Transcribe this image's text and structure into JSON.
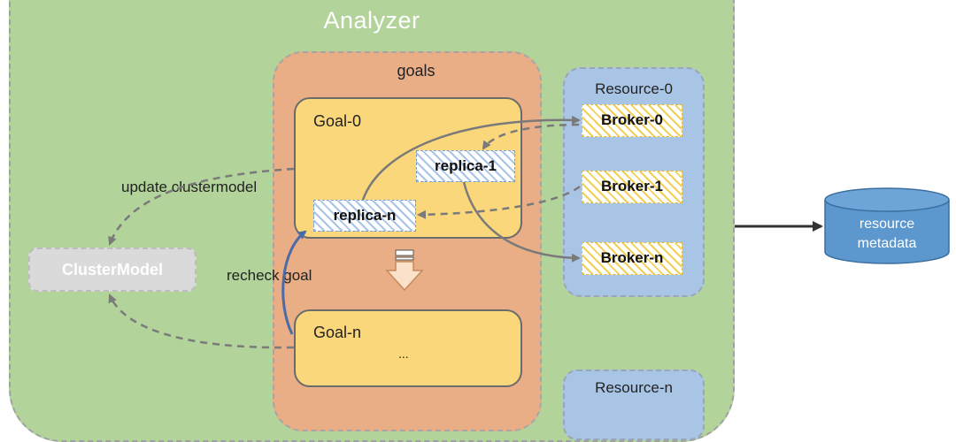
{
  "analyzer": {
    "title": "Analyzer"
  },
  "goals": {
    "label": "goals",
    "goal_0": {
      "label": "Goal-0",
      "replica_1": "replica-1",
      "replica_n": "replica-n"
    },
    "goal_n": {
      "label": "Goal-n",
      "ellipsis": "..."
    }
  },
  "resources": {
    "resource_0": {
      "label": "Resource-0",
      "brokers": [
        "Broker-0",
        "Broker-1",
        "Broker-n"
      ]
    },
    "resource_n": {
      "label": "Resource-n"
    }
  },
  "cluster_model": {
    "label": "ClusterModel"
  },
  "edges": {
    "update_label": "update clustermodel",
    "recheck_label": "recheck goal"
  },
  "storage": {
    "line1": "resource",
    "line2": "metadata"
  },
  "colors": {
    "analyzer_bg": "#b2d39a",
    "goals_bg": "#e9ae85",
    "goal_bg": "#f9d77a",
    "resource_bg": "#a9c5e6",
    "storage_bg": "#5c97ce",
    "arrow_gray": "#7a7a7a",
    "arrow_blue": "#4a6aa8"
  }
}
